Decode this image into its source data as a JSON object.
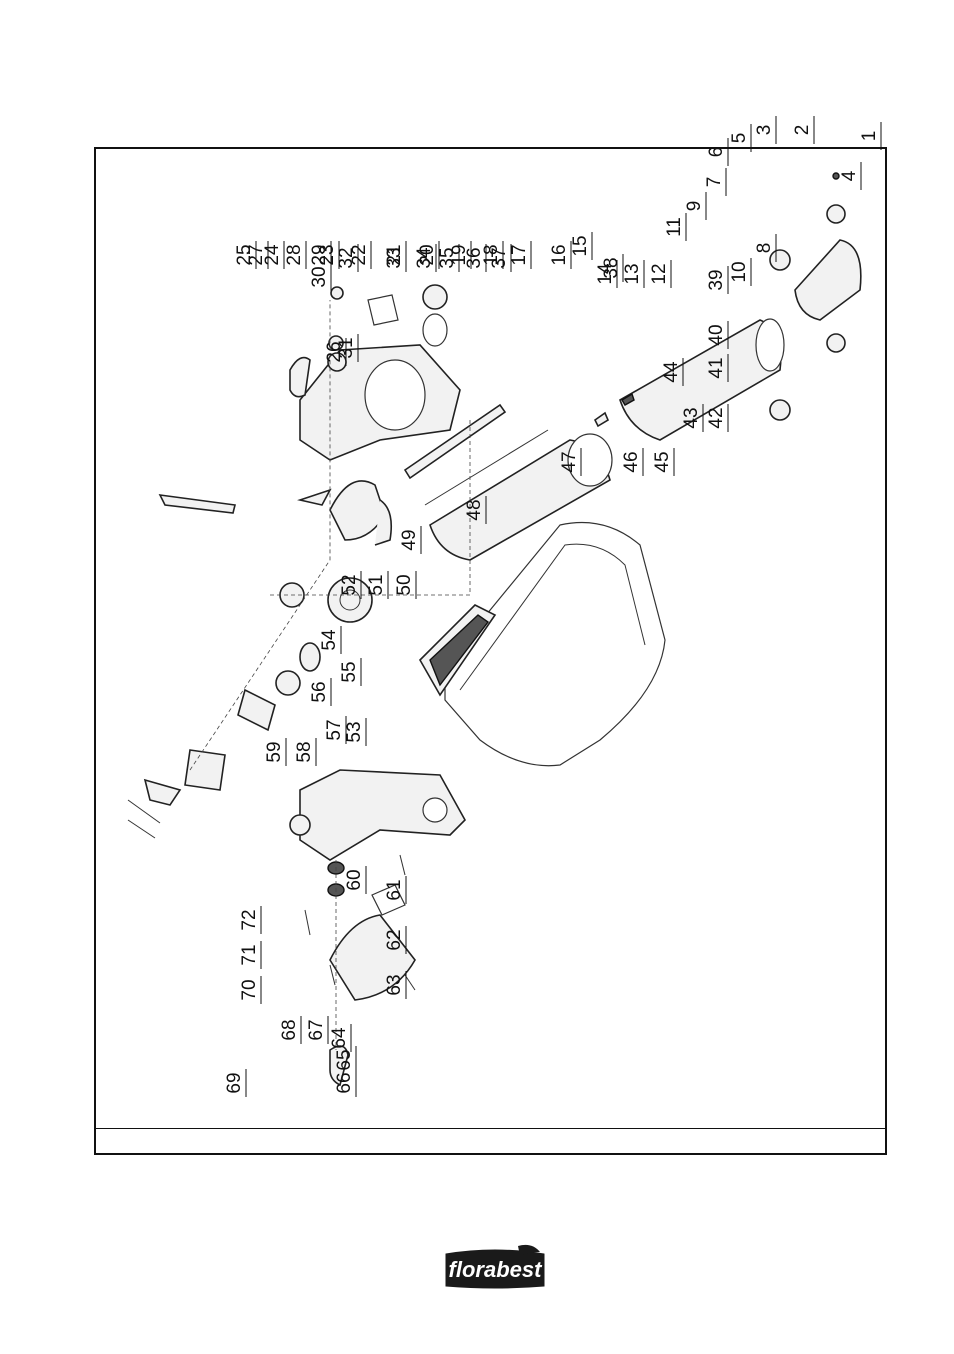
{
  "brand": {
    "logo_text": "florabest"
  },
  "diagram": {
    "part_numbers": [
      "1",
      "2",
      "3",
      "4",
      "5",
      "6",
      "7",
      "8",
      "9",
      "10",
      "11",
      "12",
      "13",
      "14",
      "15",
      "16",
      "17",
      "18",
      "19",
      "20",
      "21",
      "22",
      "23",
      "24",
      "25",
      "26",
      "27",
      "28",
      "29",
      "30",
      "31",
      "32",
      "33",
      "34",
      "35",
      "36",
      "37",
      "38",
      "39",
      "40",
      "41",
      "42",
      "43",
      "44",
      "45",
      "46",
      "47",
      "48",
      "49",
      "50",
      "51",
      "52",
      "53",
      "54",
      "55",
      "56",
      "57",
      "58",
      "59",
      "60",
      "61",
      "62",
      "63",
      "64",
      "65",
      "66",
      "67",
      "68",
      "69",
      "70",
      "71",
      "72"
    ]
  }
}
